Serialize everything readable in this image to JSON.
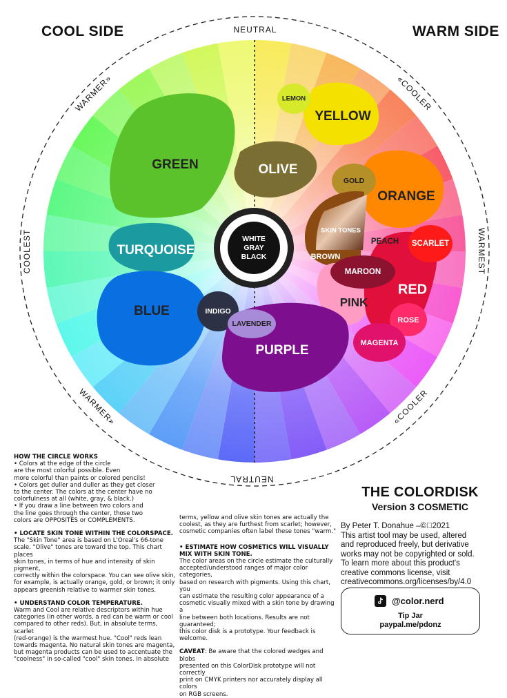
{
  "corners": {
    "cool_side": "COOL SIDE",
    "warm_side": "WARM SIDE"
  },
  "ring_labels": {
    "neutral_top": "NEUTRAL",
    "neutral_bottom": "NEUTRAL",
    "coolest": "COOLEST",
    "warmest": "WARMEST",
    "warmer_upper_left": "WARMER»",
    "warmer_lower_left": "WARMER»",
    "cooler_upper_right": "«COOLER",
    "cooler_lower_right": "«COOLER"
  },
  "center": {
    "line1": "WHITE",
    "line2": "GRAY",
    "line3": "BLACK"
  },
  "blobs": {
    "lemon": "LEMON",
    "yellow": "YELLOW",
    "olive": "OLIVE",
    "green": "GREEN",
    "gold": "GOLD",
    "orange": "ORANGE",
    "skin_tones": "SKIN TONES",
    "peach": "PEACH",
    "scarlet": "SCARLET",
    "brown": "BROWN",
    "maroon": "MAROON",
    "red": "RED",
    "turquoise": "TURQUOISE",
    "blue": "BLUE",
    "indigo": "INDIGO",
    "lavender": "LAVENDER",
    "purple": "PURPLE",
    "pink": "PINK",
    "rose": "ROSE",
    "magenta": "MAGENTA"
  },
  "colors": {
    "green": "#5bc22c",
    "olive": "#7a6e32",
    "yellow": "#f5e100",
    "lemon": "#d6ea2b",
    "gold": "#b58f28",
    "orange": "#ff8800",
    "brown": "#8b4a11",
    "scarlet": "#ff1a1a",
    "red": "#e0103a",
    "maroon": "#8b1330",
    "turquoise": "#1b9aa0",
    "blue": "#0a6fe0",
    "indigo": "#2c3146",
    "lavender": "#a78ad8",
    "purple": "#7d0f8e",
    "pink": "#ff9cc4",
    "rose": "#ff2a6a",
    "magenta": "#e0126c"
  },
  "notes": {
    "s1_title": "HOW THE CIRCLE WORKS",
    "s1_lines": [
      "• Colors at the edge of the circle",
      "are the most colorful possible. Even",
      "more colorful than paints or colored pencils!",
      "• Colors get duller and duller as they get closer",
      "to the center. The colors at the center have no",
      "colorfulness at all (white, gray, & black.)",
      "• If you draw a line between two colors and",
      "the line goes through the center, those two",
      "colors are OPPOSITES or COMPLEMENTS."
    ],
    "s2_title": "•  LOCATE SKIN TONE WITHIN THE COLORSPACE.",
    "s2_lines": [
      "The \"Skin Tone\" area is based on L'Oreal's 66-tone",
      "scale. \"Olive\" tones are toward the top. This chart places",
      "skin tones, in terms of hue and intensity of skin pigment,",
      "correctly within the colorspace. You can see olive skin,",
      "for example, is actually orange, gold, or brown; it only",
      "appears greenish relative to warmer skin tones."
    ],
    "s3_title": "•  UNDERSTAND COLOR TEMPERATURE.",
    "s3_lines": [
      "Warm and Cool are relative descriptors within hue",
      "categories (in other words, a red can be warm or cool",
      "compared to other reds). But, in absolute terms, scarlet",
      "(red-orange) is the warmest hue. \"Cool\" reds lean",
      "towards magenta. No natural skin tones are magenta,",
      "but magenta products can be used to accentuate the",
      "\"coolness\" in so-called \"cool\" skin tones. In absolute"
    ],
    "s3_cont_lines": [
      "terms, yellow and olive skin tones are actually the",
      "coolest, as they are furthest from scarlet; however,",
      "cosmetic companies often label these tones \"warm.\""
    ],
    "s4_title_lines": [
      "•  ESTIMATE HOW COSMETICS WILL VISUALLY",
      "MIX WITH SKIN TONE."
    ],
    "s4_lines": [
      "The color areas on the circle estimate the culturally",
      "accepted/understood ranges of major color categories,",
      "based on research with pigments. Using this chart, you",
      "can estimate the resulting color appearance of a",
      "cosmetic visually mixed with a skin tone by drawing a",
      "line between both locations. Results are not guaranteed;",
      "this color disk is a prototype. Your feedback is welcome."
    ],
    "caveat_label": "CAVEAT",
    "caveat_lines": [
      ": Be aware that the colored wedges and blobs",
      "presented on this ColorDisk prototype will not correctly",
      "print on CMYK printers nor accurately display all colors",
      "on RGB screens."
    ]
  },
  "brand": {
    "title": "THE COLORDISK",
    "subtitle": "Version 3 COSMETIC",
    "credit_lines": [
      "By Peter T. Donahue –©⃝2021",
      "This artist tool may be used, altered",
      "and reproduced freely, but derivative",
      "works may not be copyrighted or sold.",
      "To learn more about this product's",
      "creative commons license, visit",
      "creativecommons.org/licenses/by/4.0"
    ],
    "handle": "@color.nerd",
    "tip_label": "Tip Jar",
    "tip_url": "paypal.me/pdonz",
    "social_icon": "tiktok-icon"
  }
}
